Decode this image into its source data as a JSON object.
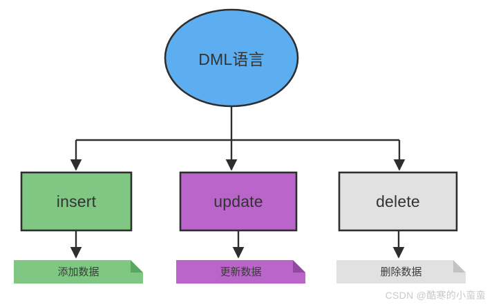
{
  "diagram": {
    "title": "DML语言",
    "type": "tree-diagram",
    "root": {
      "id": "root",
      "shape": "ellipse",
      "label": "DML语言",
      "fill": "#5CAEF0",
      "stroke": "#2E2E2E"
    },
    "branches": [
      {
        "id": "insert",
        "shape": "rectangle",
        "label": "insert",
        "fill": "#7FC782",
        "stroke": "#2E2E2E",
        "note": {
          "id": "note-insert",
          "shape": "note",
          "label": "添加数据",
          "fill": "#7FC782",
          "fold": "#5AA75F"
        }
      },
      {
        "id": "update",
        "shape": "rectangle",
        "label": "update",
        "fill": "#B965C9",
        "stroke": "#2E2E2E",
        "note": {
          "id": "note-update",
          "shape": "note",
          "label": "更新数据",
          "fill": "#B965C9",
          "fold": "#9248A1"
        }
      },
      {
        "id": "delete",
        "shape": "rectangle",
        "label": "delete",
        "fill": "#E1E1E1",
        "stroke": "#2E2E2E",
        "note": {
          "id": "note-delete",
          "shape": "note",
          "label": "删除数据",
          "fill": "#E1E1E1",
          "fold": "#C3C3C3"
        }
      }
    ],
    "connectors": {
      "stroke": "#2E2E2E",
      "arrowhead": "filled-triangle"
    }
  },
  "watermark": {
    "text": "CSDN @酷寒的小蛮蛮",
    "color": "#C9C9C9"
  },
  "colors": {
    "background": "#FFFFFF",
    "blue": "#5CAEF0",
    "green": "#7FC782",
    "purple": "#B965C9",
    "gray": "#E1E1E1",
    "line": "#2E2E2E",
    "text": "#333333"
  }
}
